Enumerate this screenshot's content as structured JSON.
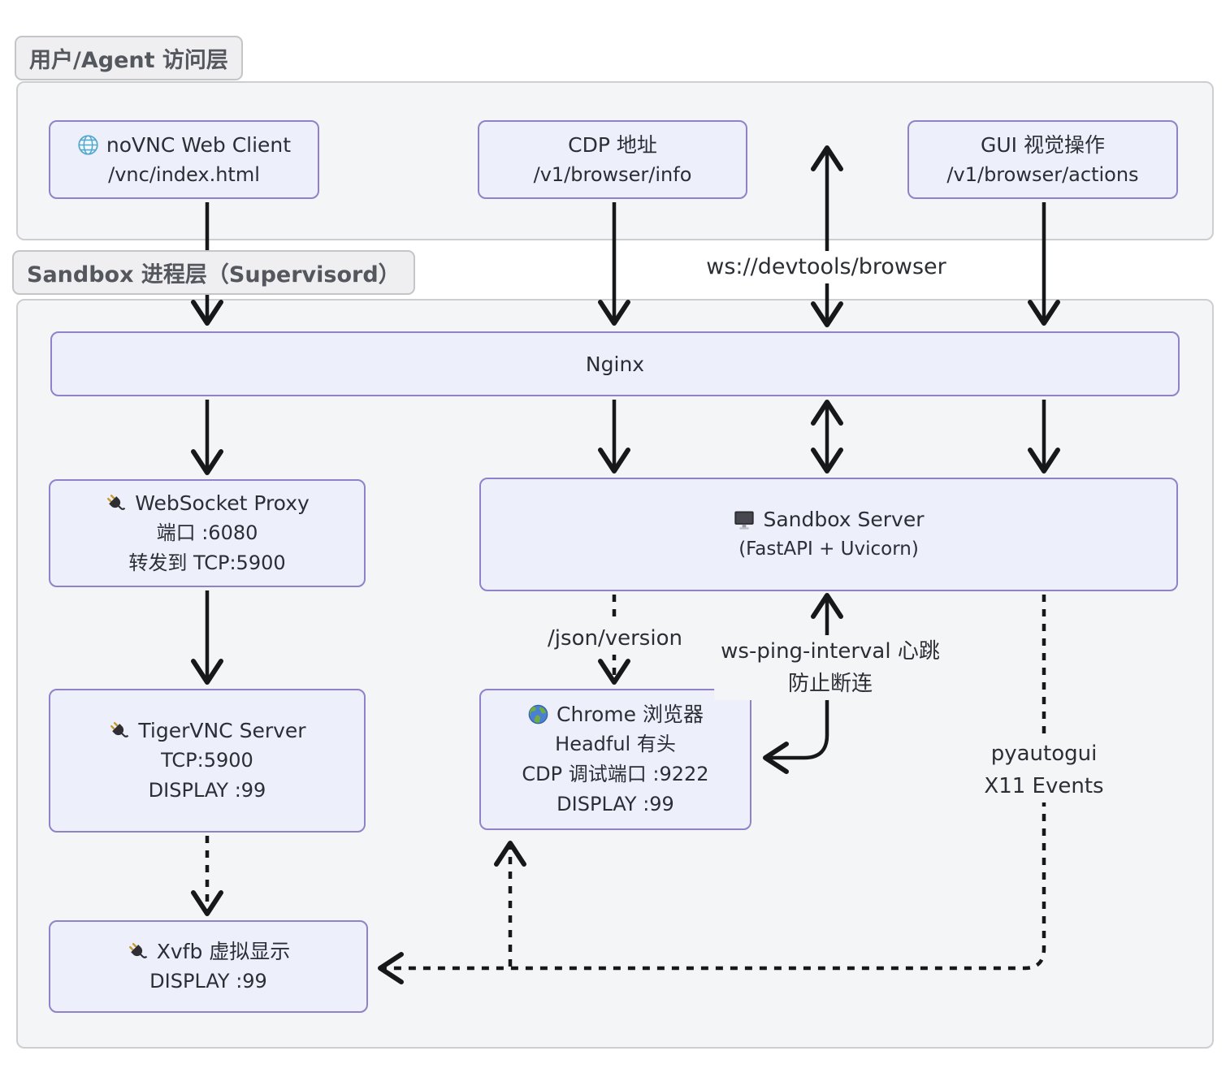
{
  "diagram": {
    "clusters": [
      {
        "id": "access",
        "label": "用户/Agent 访问层"
      },
      {
        "id": "sandbox",
        "label": "Sandbox 进程层（Supervisord）"
      }
    ],
    "nodes": {
      "novnc": {
        "icon": "globe-icon",
        "lines": [
          "noVNC Web Client",
          "/vnc/index.html"
        ]
      },
      "cdp": {
        "icon": "",
        "lines": [
          "CDP 地址",
          "/v1/browser/info"
        ]
      },
      "gui": {
        "icon": "",
        "lines": [
          "GUI 视觉操作",
          "/v1/browser/actions"
        ]
      },
      "nginx": {
        "icon": "",
        "lines": [
          "Nginx"
        ]
      },
      "wsproxy": {
        "icon": "plug-icon",
        "lines": [
          "WebSocket Proxy",
          "端口 :6080",
          "转发到 TCP:5900"
        ]
      },
      "sandbox_server": {
        "icon": "monitor-icon",
        "lines": [
          "Sandbox Server",
          "(FastAPI + Uvicorn)"
        ]
      },
      "tigervnc": {
        "icon": "plug-icon",
        "lines": [
          "TigerVNC Server",
          "TCP:5900",
          "DISPLAY :99"
        ]
      },
      "chrome": {
        "icon": "earth-icon",
        "lines": [
          "Chrome 浏览器",
          "Headful 有头",
          "CDP 调试端口 :9222",
          "DISPLAY :99"
        ]
      },
      "xvfb": {
        "icon": "plug-icon",
        "lines": [
          "Xvfb 虚拟显示",
          "DISPLAY :99"
        ]
      }
    },
    "edge_labels": {
      "ws_devtools": "ws://devtools/browser",
      "json_version": "/json/version",
      "ws_ping": [
        "ws-ping-interval 心跳",
        "防止断连"
      ],
      "pyautogui": [
        "pyautogui",
        "X11 Events"
      ]
    },
    "colors": {
      "node_fill": "#edeffa",
      "node_border": "#8f82c8",
      "cluster_fill": "#f4f5f7",
      "cluster_border": "#cdced2",
      "arrow": "#17181a",
      "text": "#2b2e35",
      "globe_icon": "#57a8cf",
      "plug_prong": "#c79a2e",
      "earth_blue": "#4a7fd4",
      "earth_green": "#6fae3e"
    }
  }
}
